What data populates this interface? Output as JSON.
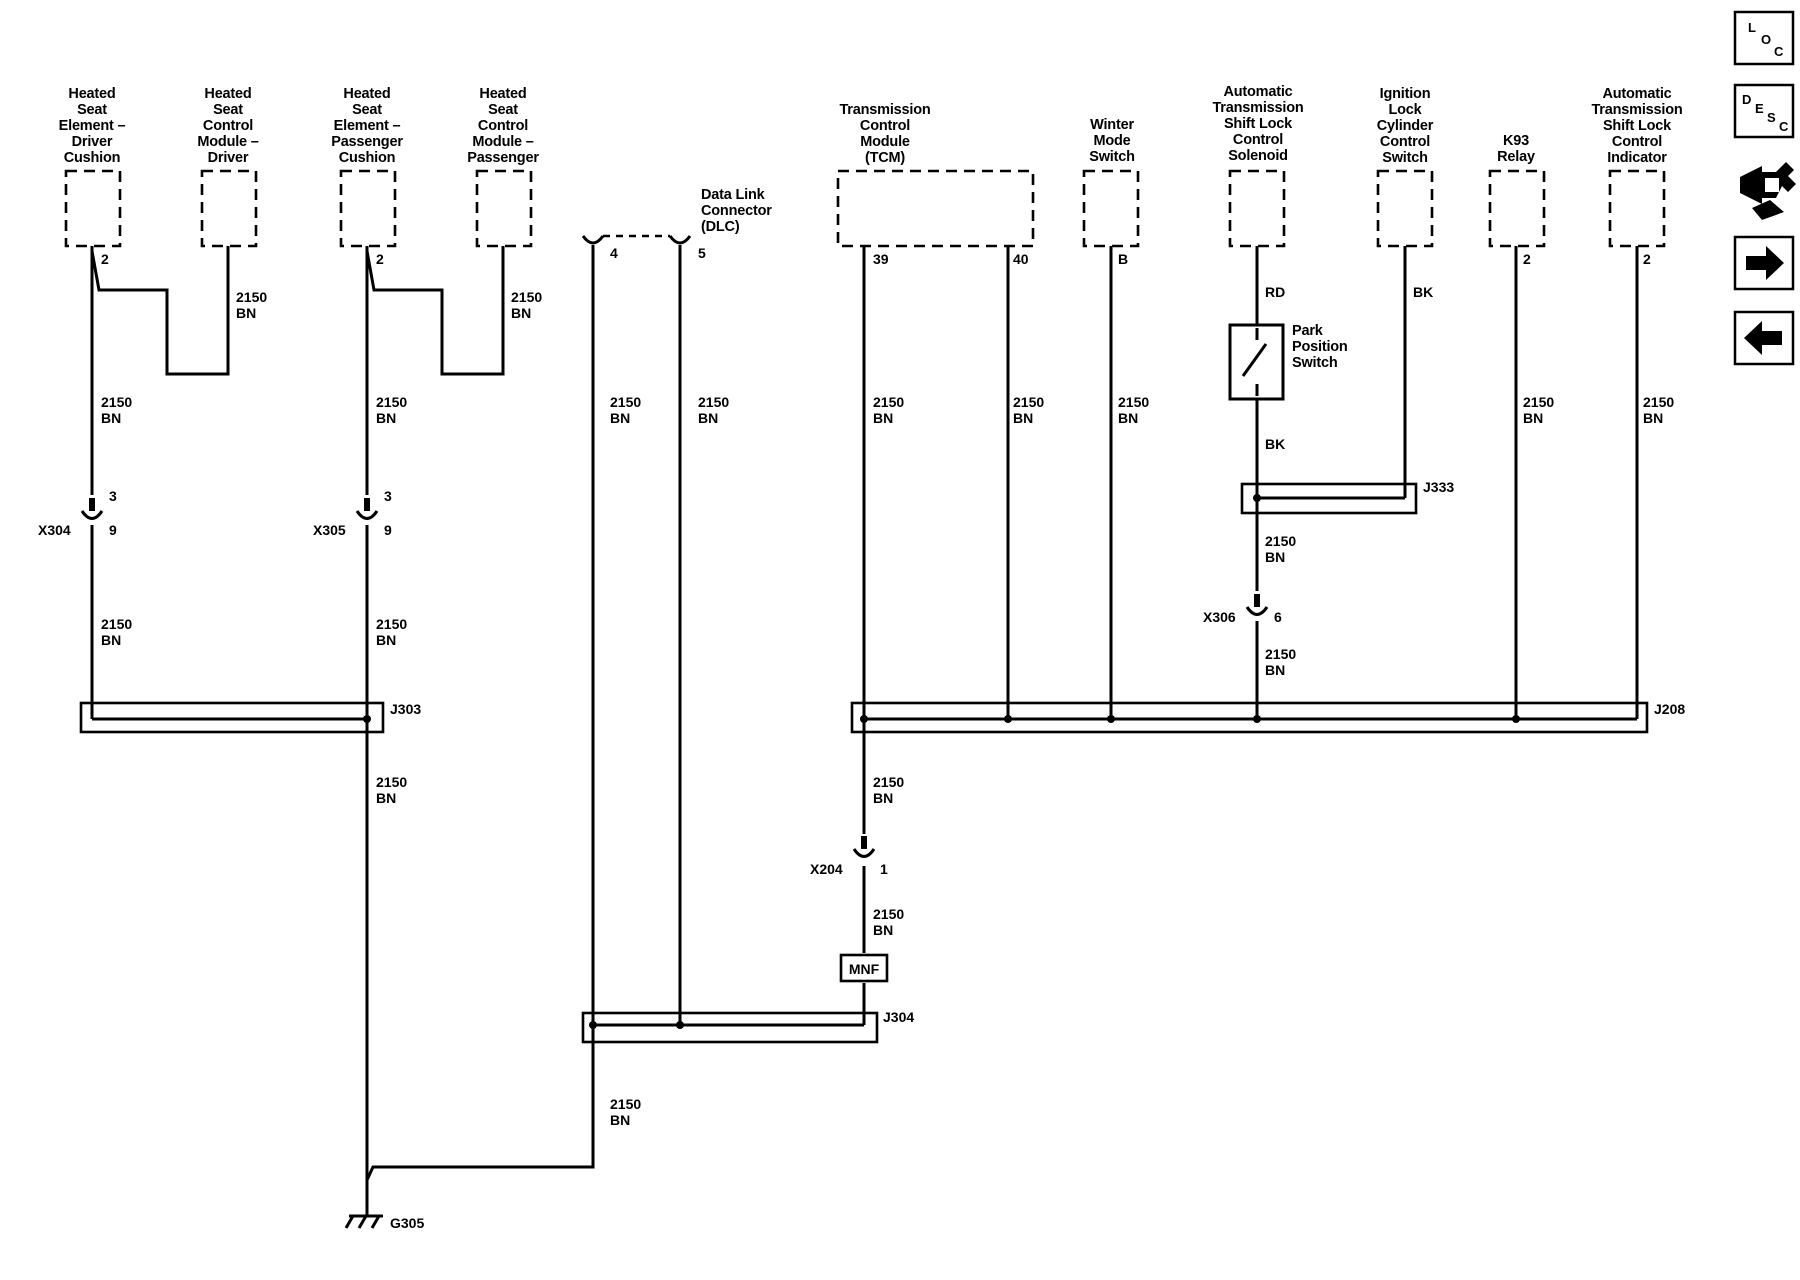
{
  "components": [
    {
      "id": "hse-driver",
      "lines": [
        "Heated",
        "Seat",
        "Element –",
        "Driver",
        "Cushion"
      ],
      "pin": "2"
    },
    {
      "id": "hscm-driver",
      "lines": [
        "Heated",
        "Seat",
        "Control",
        "Module –",
        "Driver"
      ],
      "pin": ""
    },
    {
      "id": "hse-pass",
      "lines": [
        "Heated",
        "Seat",
        "Element –",
        "Passenger",
        "Cushion"
      ],
      "pin": "2"
    },
    {
      "id": "hscm-pass",
      "lines": [
        "Heated",
        "Seat",
        "Control",
        "Module –",
        "Passenger"
      ],
      "pin": ""
    },
    {
      "id": "dlc",
      "lines": [
        "Data Link",
        "Connector",
        "(DLC)"
      ],
      "pins": [
        "4",
        "5"
      ]
    },
    {
      "id": "tcm",
      "lines": [
        "Transmission",
        "Control",
        "Module",
        "(TCM)"
      ],
      "pins": [
        "39",
        "40"
      ]
    },
    {
      "id": "winter",
      "lines": [
        "Winter",
        "Mode",
        "Switch"
      ],
      "pin": "B"
    },
    {
      "id": "atsl-solenoid",
      "lines": [
        "Automatic",
        "Transmission",
        "Shift Lock",
        "Control",
        "Solenoid"
      ],
      "pin": ""
    },
    {
      "id": "ignition",
      "lines": [
        "Ignition",
        "Lock",
        "Cylinder",
        "Control",
        "Switch"
      ],
      "pin": ""
    },
    {
      "id": "k93",
      "lines": [
        "K93",
        "Relay"
      ],
      "pin": "2"
    },
    {
      "id": "atsl-indicator",
      "lines": [
        "Automatic",
        "Transmission",
        "Shift Lock",
        "Control",
        "Indicator"
      ],
      "pin": "2"
    }
  ],
  "wire": {
    "circuit": "2150",
    "color": "BN",
    "rd": "RD",
    "bk": "BK"
  },
  "connectors": {
    "x304": {
      "name": "X304",
      "top_pin": "3",
      "bottom_pin": "9"
    },
    "x305": {
      "name": "X305",
      "top_pin": "3",
      "bottom_pin": "9"
    },
    "x306": {
      "name": "X306",
      "pin": "6"
    },
    "x204": {
      "name": "X204",
      "pin": "1"
    }
  },
  "splices": {
    "j303": "J303",
    "j208": "J208",
    "j304": "J304",
    "j333": "J333"
  },
  "switch": {
    "lines": [
      "Park",
      "Position",
      "Switch"
    ]
  },
  "mnf": "MNF",
  "ground": "G305",
  "nav": {
    "loc": {
      "letters": [
        "L",
        "O",
        "C"
      ]
    },
    "desc": {
      "letters": [
        "D",
        "E",
        "S",
        "C"
      ]
    }
  }
}
